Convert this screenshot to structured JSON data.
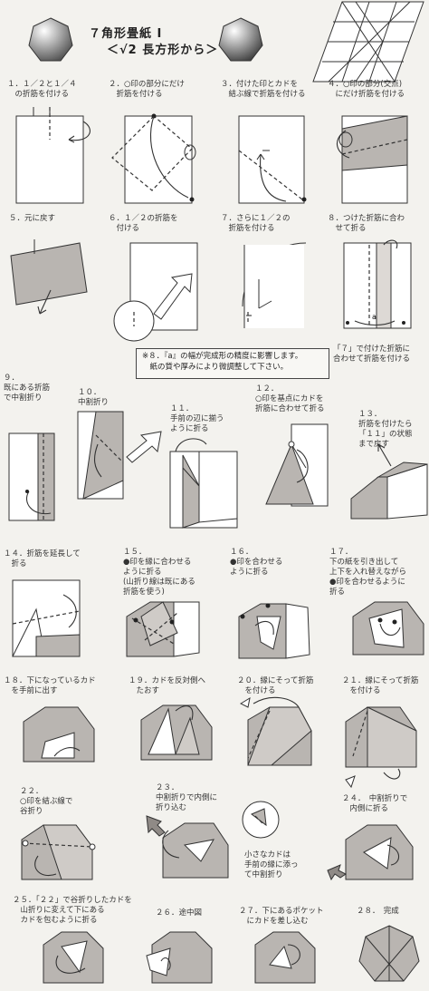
{
  "header": {
    "title": "７角形畳紙 I",
    "subtitle": "＜√2 長方形から＞"
  },
  "steps": [
    {
      "id": "1",
      "label": "１．１／２と１／４\n　の折筋を付ける"
    },
    {
      "id": "2",
      "label": "２．○印の部分にだけ\n　折筋を付ける"
    },
    {
      "id": "3",
      "label": "３．付けた印とカドを\n　結ぶ線で折筋を付ける"
    },
    {
      "id": "4",
      "label": "４．○印の部分(交点)\n　にだけ折筋を付ける"
    },
    {
      "id": "5",
      "label": "５．元に戻す"
    },
    {
      "id": "6",
      "label": "６．１／２の折筋を\n　付ける"
    },
    {
      "id": "7",
      "label": "７．さらに１／２の\n　折筋を付ける"
    },
    {
      "id": "8",
      "label": "８．つけた折筋に合わ\n　せて折る"
    },
    {
      "id": "8b",
      "label": "「７」で付けた折筋に\n合わせて折筋を付ける"
    },
    {
      "id": "9",
      "label": "９．\n既にある折筋\nで中割折り"
    },
    {
      "id": "10",
      "label": "１０．\n中割折り"
    },
    {
      "id": "11",
      "label": "１１．\n手前の辺に揃う\nように折る"
    },
    {
      "id": "12",
      "label": "１２．\n○印を基点にカドを\n折筋に合わせて折る"
    },
    {
      "id": "13",
      "label": "１３．\n折筋を付けたら\n「１１」の状態\nまで戻す"
    },
    {
      "id": "14",
      "label": "１４．折筋を延長して\n　折る"
    },
    {
      "id": "15",
      "label": "１５．\n●印を縁に合わせる\nように折る\n(山折り線は既にある\n折筋を使う)"
    },
    {
      "id": "16",
      "label": "１６．\n●印を合わせる\nように折る"
    },
    {
      "id": "17",
      "label": "１７．\n下の紙を引き出して\n上下を入れ替えながら\n●印を合わせるように\n折る"
    },
    {
      "id": "18",
      "label": "１８．下になっているカド\n　を手前に出す"
    },
    {
      "id": "19",
      "label": "１９．カドを反対側へ\n　たおす"
    },
    {
      "id": "20",
      "label": "２０．縁にそって折筋\n　を付ける"
    },
    {
      "id": "21",
      "label": "２１．縁にそって折筋\n　を付ける"
    },
    {
      "id": "22",
      "label": "２２．\n○印を結ぶ線で\n谷折り"
    },
    {
      "id": "23",
      "label": "２３．\n中割折りで内側に\n折り込む"
    },
    {
      "id": "23b",
      "label": "小さなカドは\n手前の縁に添っ\nて中割折り"
    },
    {
      "id": "24",
      "label": "２４．　中割折りで\n　内側に折る"
    },
    {
      "id": "25",
      "label": "２５．「２２」で谷折りしたカドを\n　山折りに変えて下にある\n　カドを包むように折る"
    },
    {
      "id": "26",
      "label": "２６．途中図"
    },
    {
      "id": "27",
      "label": "２７．下にあるポケット\n　にカドを差し込む"
    },
    {
      "id": "28",
      "label": "２８．　完成"
    }
  ],
  "note": {
    "text": "※８．『a』の幅が完成形の精度に影響します。\n　紙の質や厚みにより微調整して下さい。"
  },
  "labels": {
    "a_mark": "a"
  },
  "colors": {
    "paper": "#ffffff",
    "colored_side": "#b9b5b1",
    "background": "#f3f2ee"
  }
}
